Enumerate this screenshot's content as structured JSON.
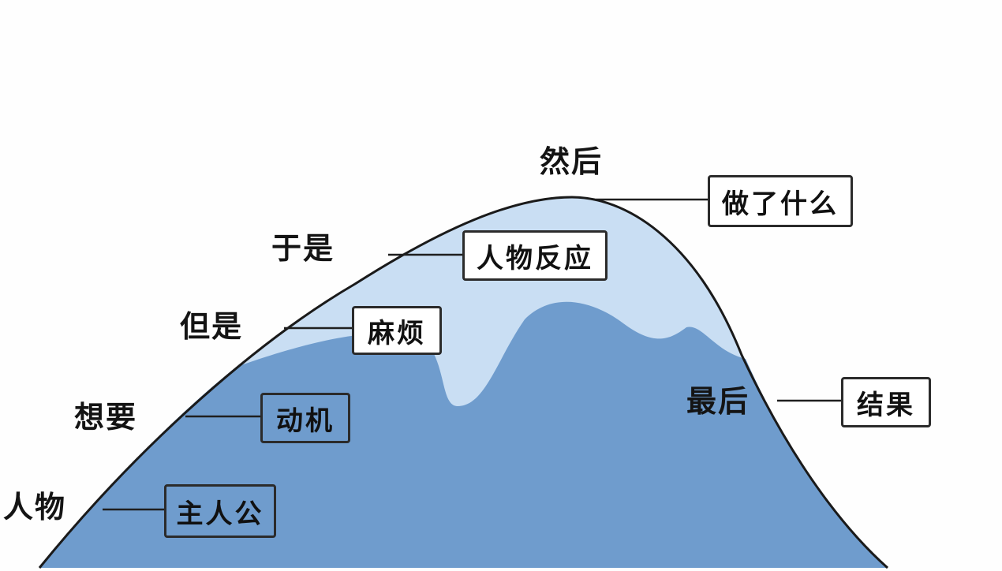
{
  "colors": {
    "background": "#fefefe",
    "light_layer": "#c9def3",
    "dark_layer": "#6f9ccd",
    "outline": "#1a1a1a"
  },
  "diagram": {
    "stages": [
      {
        "label": "人物",
        "box": "主人公"
      },
      {
        "label": "想要",
        "box": "动机"
      },
      {
        "label": "但是",
        "box": "麻烦"
      },
      {
        "label": "于是",
        "box": "人物反应"
      },
      {
        "label": "然后",
        "box": "做了什么"
      },
      {
        "label": "最后",
        "box": "结果"
      }
    ]
  }
}
